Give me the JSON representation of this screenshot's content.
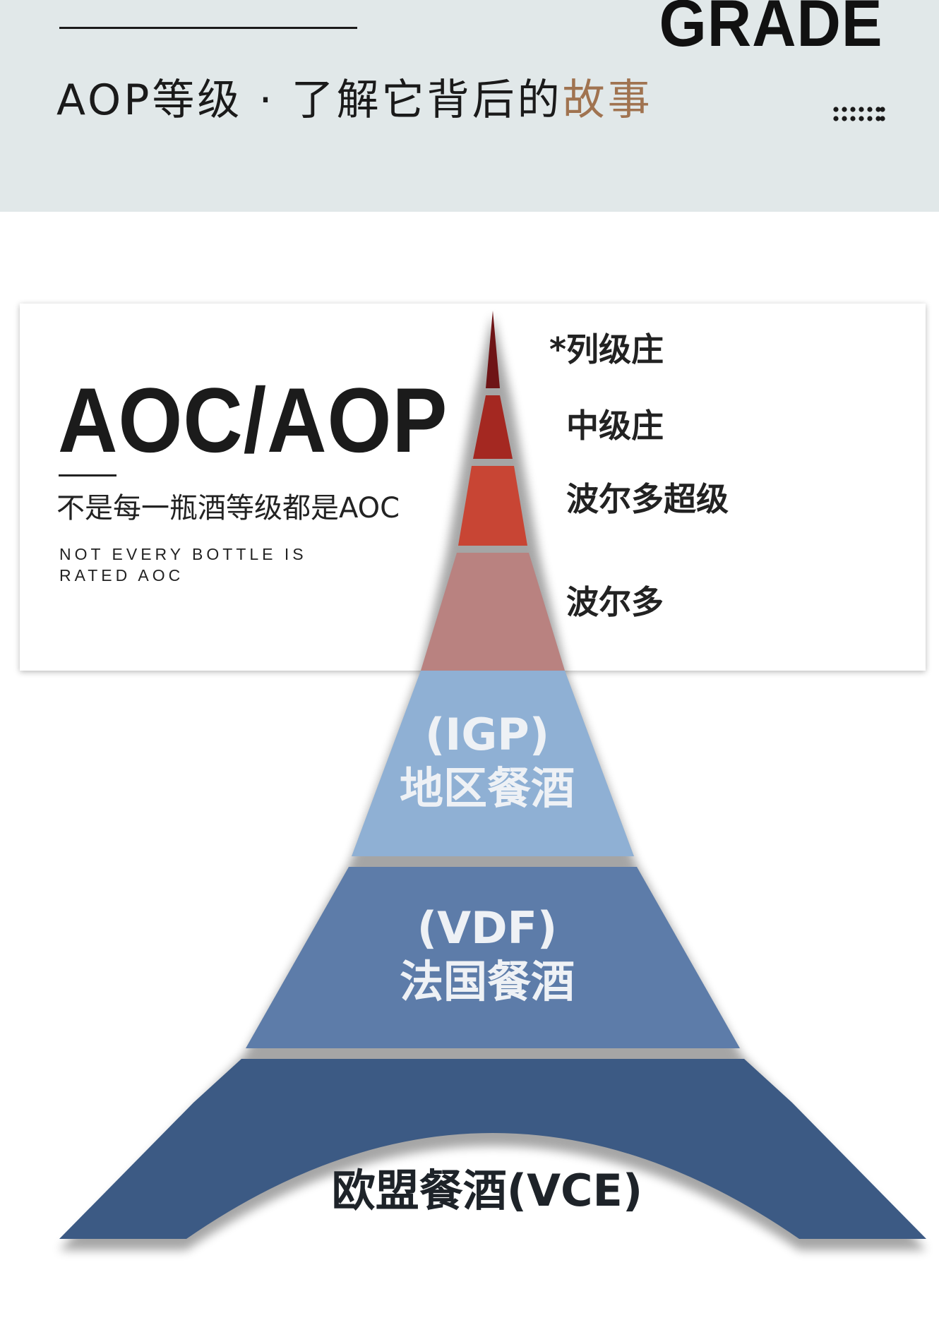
{
  "header": {
    "grade": "GRADE",
    "headline_main": "AOP等级 · 了解它背后的",
    "headline_accent": "故事",
    "accent_color": "#a07350",
    "background_color": "#e1e8e9"
  },
  "card": {
    "title": "AOC/AOP",
    "subtitle": "不是每一瓶酒等级都是AOC",
    "english_line1": "NOT EVERY BOTTLE IS",
    "english_line2": "RATED AOC"
  },
  "aoc_tiers": [
    {
      "label": "*列级庄",
      "color": "#6e1416"
    },
    {
      "label": "中级庄",
      "color": "#a42821"
    },
    {
      "label": "波尔多超级",
      "color": "#c84534"
    },
    {
      "label": "波尔多",
      "color": "#b98280"
    }
  ],
  "bands": {
    "igp": {
      "code": "(IGP)",
      "name": "地区餐酒",
      "color": "#8fb0d4"
    },
    "vdf": {
      "code": "(VDF)",
      "name": "法国餐酒",
      "color": "#5d7ca9"
    },
    "vce": {
      "label": "欧盟餐酒(VCE)",
      "color": "#3c5a84"
    }
  }
}
